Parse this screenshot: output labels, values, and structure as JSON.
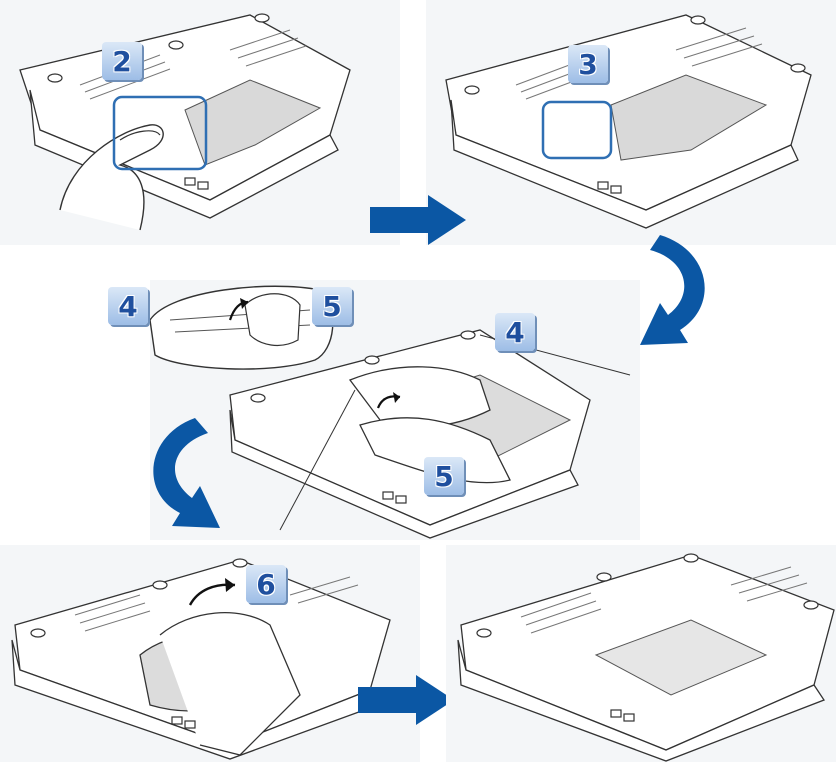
{
  "steps": [
    {
      "id": "step-2",
      "label": "2"
    },
    {
      "id": "step-3",
      "label": "3"
    },
    {
      "id": "step-4-inset",
      "label": "4"
    },
    {
      "id": "step-5-inset",
      "label": "5"
    },
    {
      "id": "step-4",
      "label": "4"
    },
    {
      "id": "step-5",
      "label": "5"
    },
    {
      "id": "step-6",
      "label": "6"
    }
  ],
  "colors": {
    "arrow": "#0b57a4",
    "badge_text": "#1f4f9e",
    "line_art": "#333333",
    "highlight_box": "#2f6fb3"
  },
  "icons": [
    "right-arrow-icon",
    "curved-down-arrow-icon",
    "curved-left-arrow-icon",
    "lift-arrow-icon"
  ]
}
